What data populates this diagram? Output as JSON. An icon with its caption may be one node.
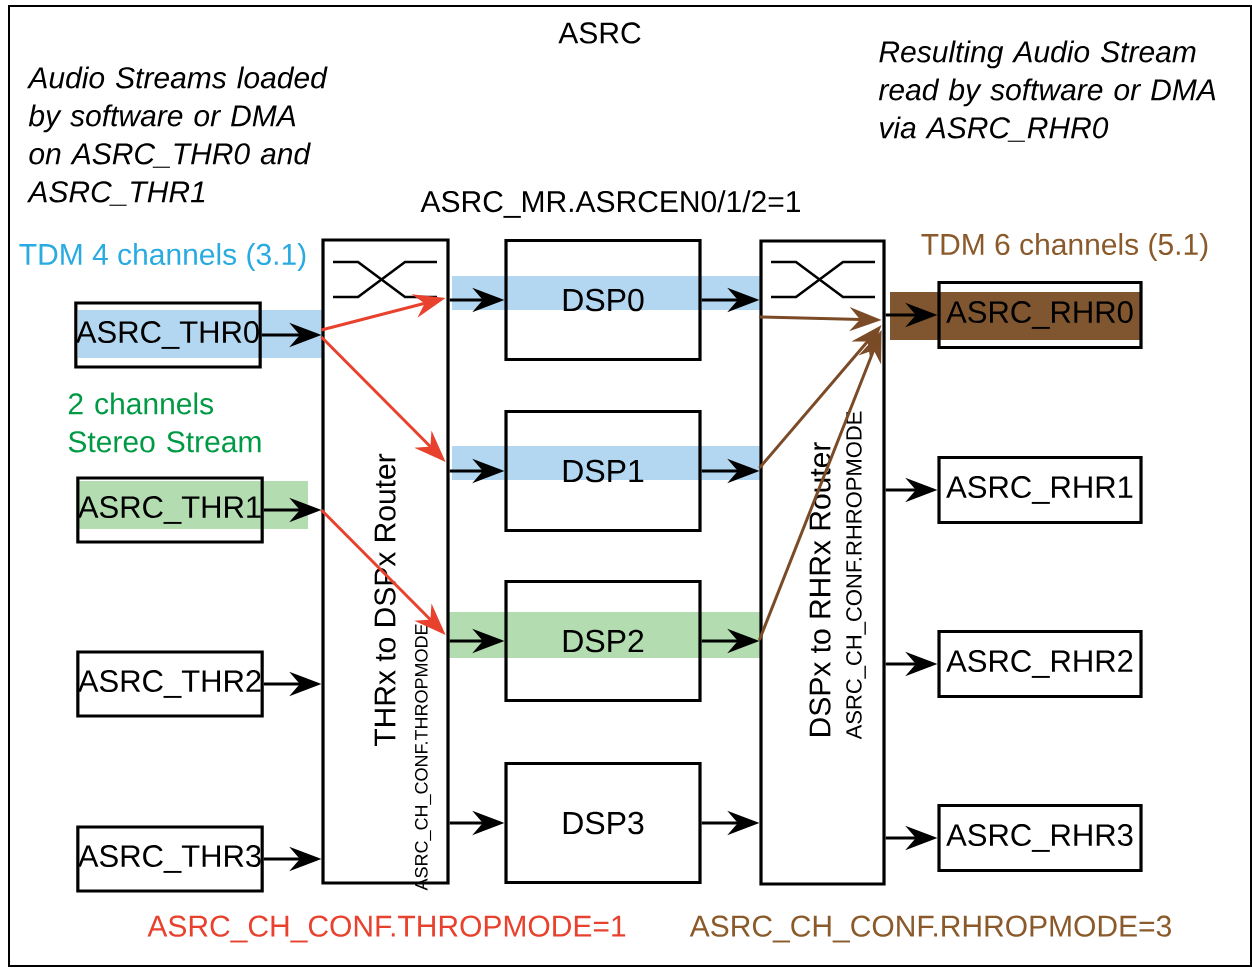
{
  "diagram": {
    "nodes": [
      {
        "text": [
          "ASRC"
        ]
      },
      {
        "text": [
          "ASRC_THR0"
        ],
        "in": 0
      },
      {
        "text": [
          "ASRC_THR1"
        ],
        "in": 0
      },
      {
        "text": [
          "ASRC_THR2"
        ],
        "in": 0
      },
      {
        "text": [
          "ASRC_THR3"
        ],
        "in": 0
      },
      {
        "text": [
          "THRx to DSPx  Router",
          "ASRC_CH_CONF.THROPMODE"
        ],
        "in": 0
      },
      {
        "text": [
          "DSP0"
        ],
        "in": 0
      },
      {
        "text": [
          "DSP1"
        ],
        "in": 0
      },
      {
        "text": [
          "DSP2"
        ],
        "in": 0
      },
      {
        "text": [
          "DSP3"
        ],
        "in": 0
      },
      {
        "text": [
          "DSPx to RHRx  Router",
          "ASRC_CH_CONF.RHROPMODE"
        ],
        "in": 0
      },
      {
        "text": [
          "ASRC_RHR0"
        ],
        "in": 0
      },
      {
        "text": [
          "ASRC_RHR1"
        ],
        "in": 0
      },
      {
        "text": [
          "ASRC_RHR2"
        ],
        "in": 0
      },
      {
        "text": [
          "ASRC_RHR3"
        ],
        "in": 0
      }
    ],
    "edges": [
      {
        "from": 1,
        "to": 5,
        "arrow": "to"
      },
      {
        "from": 2,
        "to": 5,
        "arrow": "to"
      },
      {
        "from": 3,
        "to": 5,
        "arrow": "to"
      },
      {
        "from": 4,
        "to": 5,
        "arrow": "to"
      },
      {
        "from": 5,
        "to": 6,
        "arrow": "to"
      },
      {
        "from": 5,
        "to": 7,
        "arrow": "to"
      },
      {
        "from": 5,
        "to": 8,
        "arrow": "to"
      },
      {
        "from": 5,
        "to": 9,
        "arrow": "to"
      },
      {
        "from": 6,
        "to": 10,
        "arrow": "to"
      },
      {
        "from": 7,
        "to": 10,
        "arrow": "to"
      },
      {
        "from": 8,
        "to": 10,
        "arrow": "to"
      },
      {
        "from": 9,
        "to": 10,
        "arrow": "to"
      },
      {
        "from": 10,
        "to": 11,
        "arrow": "to"
      },
      {
        "from": 10,
        "to": 12,
        "arrow": "to"
      },
      {
        "from": 10,
        "to": 13,
        "arrow": "to"
      },
      {
        "from": 10,
        "to": 14,
        "arrow": "to"
      },
      {
        "from": 5,
        "to": 5,
        "arrow": "to",
        "color": "#e8412e"
      },
      {
        "from": 5,
        "to": 5,
        "arrow": "to",
        "color": "#e8412e"
      },
      {
        "from": 5,
        "to": 5,
        "arrow": "to",
        "color": "#e8412e"
      },
      {
        "from": 10,
        "to": 10,
        "arrow": "to",
        "color": "#7a4b26"
      },
      {
        "from": 10,
        "to": 10,
        "arrow": "to",
        "color": "#7a4b26"
      },
      {
        "from": 10,
        "to": 10,
        "arrow": "to",
        "color": "#7a4b26"
      }
    ],
    "labels": [
      "Audio Streams loaded by software or DMA on ASRC_THR0 and ASRC_THR1",
      "Resulting Audio Stream read  by software or DMA via ASRC_RHR0",
      "ASRC_MR.ASRCEN0/1/2=1",
      "TDM 4 channels (3.1)",
      "2 channels Stereo Stream",
      "TDM 6 channels (5.1)",
      "ASRC_CH_CONF.THROPMODE=1",
      "ASRC_CH_CONF.RHROPMODE=3"
    ]
  }
}
